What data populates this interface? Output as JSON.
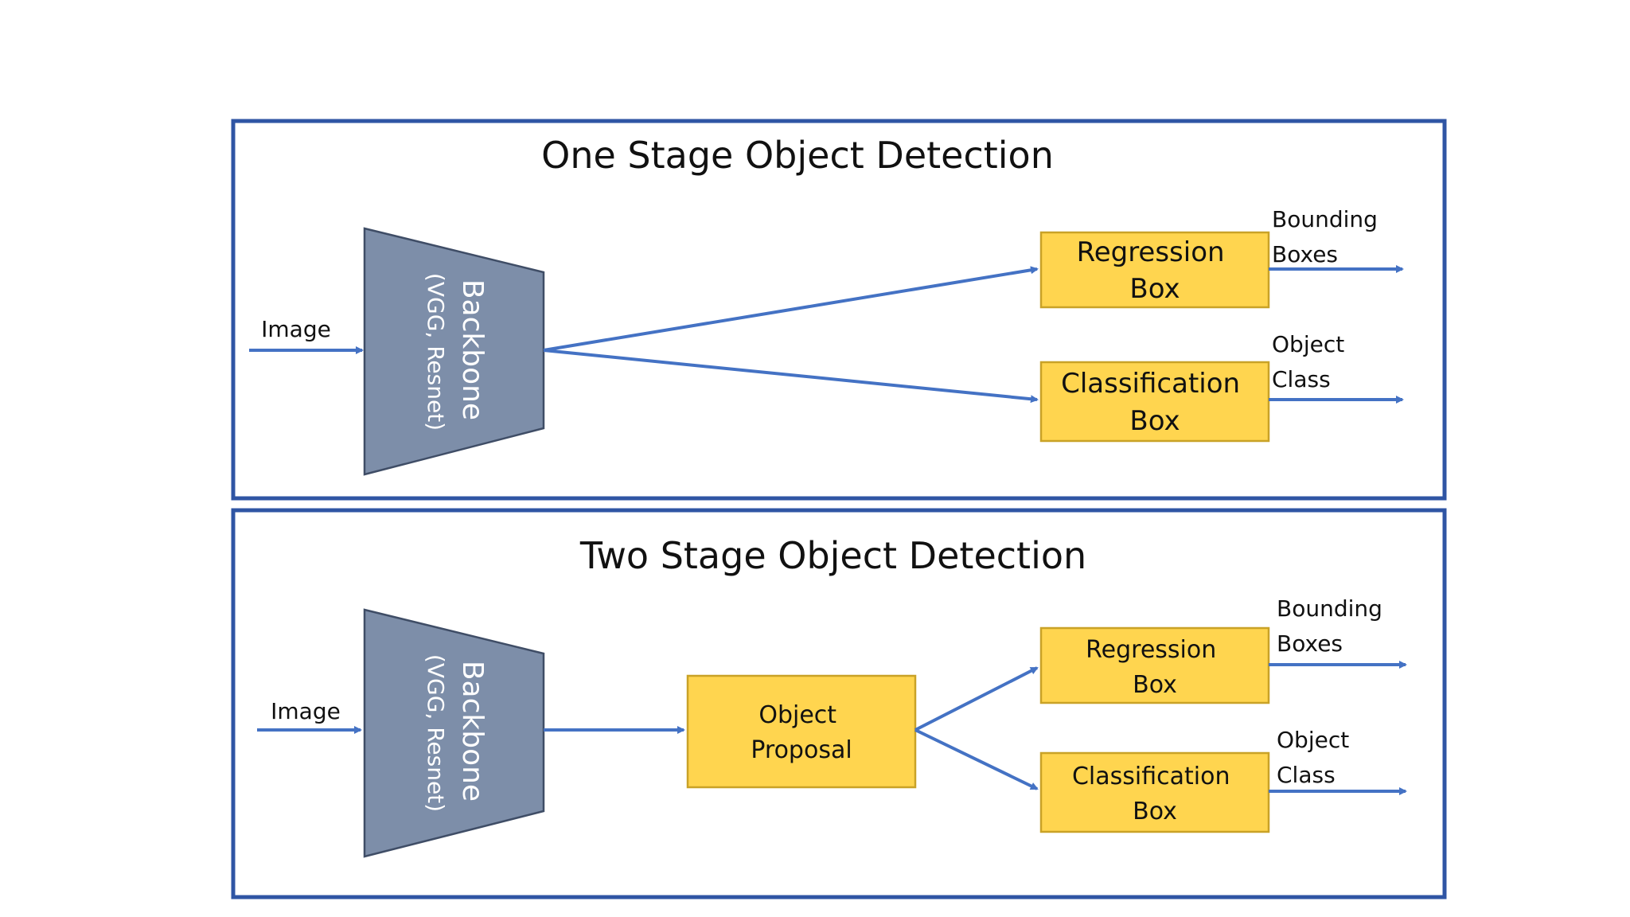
{
  "colors": {
    "frame": "#2F55A4",
    "arrow": "#4472C4",
    "box_fill": "#FFD54F",
    "box_border": "#C9A227",
    "backbone_fill": "#7D8EA9"
  },
  "one_stage": {
    "title": "One Stage Object Detection",
    "input_label": "Image",
    "backbone": {
      "line1": "Backbone",
      "line2": "(VGG, Resnet)"
    },
    "regression": {
      "line1": "Regression",
      "line2": "Box"
    },
    "classification": {
      "line1": "Classification",
      "line2": "Box"
    },
    "out_reg": {
      "line1": "Bounding",
      "line2": "Boxes"
    },
    "out_cls": {
      "line1": "Object",
      "line2": "Class"
    }
  },
  "two_stage": {
    "title": "Two Stage Object Detection",
    "input_label": "Image",
    "backbone": {
      "line1": "Backbone",
      "line2": "(VGG, Resnet)"
    },
    "proposal": {
      "line1": "Object",
      "line2": "Proposal"
    },
    "regression": {
      "line1": "Regression",
      "line2": "Box"
    },
    "classification": {
      "line1": "Classification",
      "line2": "Box"
    },
    "out_reg": {
      "line1": "Bounding",
      "line2": "Boxes"
    },
    "out_cls": {
      "line1": "Object",
      "line2": "Class"
    }
  }
}
